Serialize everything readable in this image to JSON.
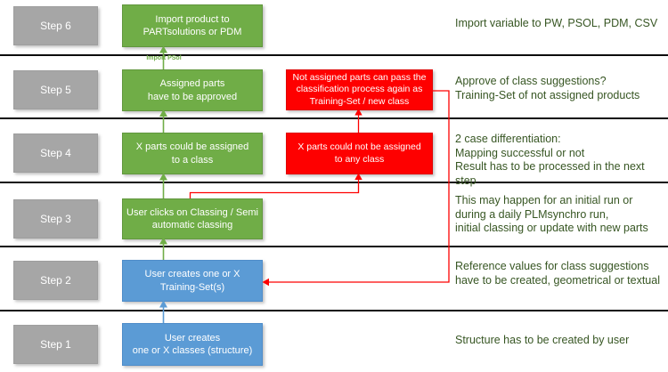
{
  "diagram": {
    "rows": [
      {
        "step_label": "Step 6",
        "main_text": "Import product to\nPARTsolutions or PDM",
        "annotation": "Import variable to  PW, PSOL, PDM, CSV"
      },
      {
        "step_label": "Step 5",
        "main_text": "Assigned parts\nhave to be approved",
        "alt_text": "Not assigned parts can pass the\nclassification process again as\nTraining-Set / new class",
        "annotation": "Approve of class suggestions?\nTraining-Set of not assigned products"
      },
      {
        "step_label": "Step 4",
        "main_text": "X parts could be assigned\nto a class",
        "alt_text": "X parts could not be assigned\nto any class",
        "annotation": "2 case differentiation:\nMapping successful or not\nResult has to be processed in the next step"
      },
      {
        "step_label": "Step 3",
        "main_text": "User clicks on Classing / Semi\nautomatic classing",
        "annotation": "This may happen for an initial run or\nduring a daily PLMsynchro run,\ninitial classing or update with new parts"
      },
      {
        "step_label": "Step 2",
        "main_text": "User creates one or X\nTraining-Set(s)",
        "annotation": "Reference values for class suggestions\nhave to be created, geometrical or textual"
      },
      {
        "step_label": "Step 1",
        "main_text": "User creates\none or X classes (structure)",
        "annotation": "Structure has to be created by user"
      }
    ],
    "arrow_label": "Import PSol",
    "colors": {
      "green_box": "#70ad47",
      "blue_box": "#5b9bd5",
      "red_box": "#fe0000",
      "grey_box": "#a6a6a6",
      "annotation_text": "#375623",
      "arrow_green": "#70ad47",
      "arrow_blue": "#5b9bd5",
      "arrow_red": "#fe0000",
      "divider": "#0d0d0d",
      "box_text": "#ffffff"
    }
  }
}
